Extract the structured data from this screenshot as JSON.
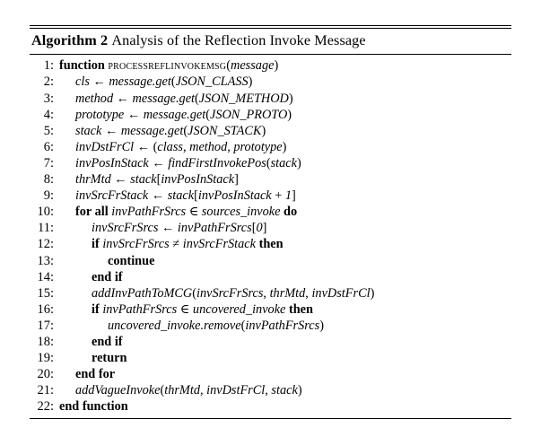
{
  "figure": {
    "label": "Algorithm 2",
    "title": "Analysis of the Reflection Invoke Message"
  },
  "algorithm": {
    "lines": [
      {
        "n": "1:",
        "indent": 0,
        "text": "function PROCESSREFLINVOKEMSG(message)"
      },
      {
        "n": "2:",
        "indent": 1,
        "text": "cls ← message.get(JSON_CLASS)"
      },
      {
        "n": "3:",
        "indent": 1,
        "text": "method ← message.get(JSON_METHOD)"
      },
      {
        "n": "4:",
        "indent": 1,
        "text": "prototype ← message.get(JSON_PROTO)"
      },
      {
        "n": "5:",
        "indent": 1,
        "text": "stack ← message.get(JSON_STACK)"
      },
      {
        "n": "6:",
        "indent": 1,
        "text": "invDstFrCl ← (class, method, prototype)"
      },
      {
        "n": "7:",
        "indent": 1,
        "text": "invPosInStack ← findFirstInvokePos(stack)"
      },
      {
        "n": "8:",
        "indent": 1,
        "text": "thrMtd ← stack[invPosInStack]"
      },
      {
        "n": "9:",
        "indent": 1,
        "text": "invSrcFrStack ← stack[invPosInStack + 1]"
      },
      {
        "n": "10:",
        "indent": 1,
        "text": "for all invPathFrSrcs ∈ sources_invoke do"
      },
      {
        "n": "11:",
        "indent": 2,
        "text": "invSrcFrSrcs ← invPathFrSrcs[0]"
      },
      {
        "n": "12:",
        "indent": 2,
        "text": "if invSrcFrSrcs ≠ invSrcFrStack then"
      },
      {
        "n": "13:",
        "indent": 3,
        "text": "continue"
      },
      {
        "n": "14:",
        "indent": 2,
        "text": "end if"
      },
      {
        "n": "15:",
        "indent": 2,
        "text": "addInvPathToMCG(invSrcFrSrcs, thrMtd, invDstFrCl)"
      },
      {
        "n": "16:",
        "indent": 2,
        "text": "if invPathFrSrcs ∈ uncovered_invoke then"
      },
      {
        "n": "17:",
        "indent": 3,
        "text": "uncovered_invoke.remove(invPathFrSrcs)"
      },
      {
        "n": "18:",
        "indent": 2,
        "text": "end if"
      },
      {
        "n": "19:",
        "indent": 2,
        "text": "return"
      },
      {
        "n": "20:",
        "indent": 1,
        "text": "end for"
      },
      {
        "n": "21:",
        "indent": 1,
        "text": "addVagueInvoke(thrMtd, invDstFrCl, stack)"
      },
      {
        "n": "22:",
        "indent": 0,
        "text": "end function"
      }
    ]
  }
}
